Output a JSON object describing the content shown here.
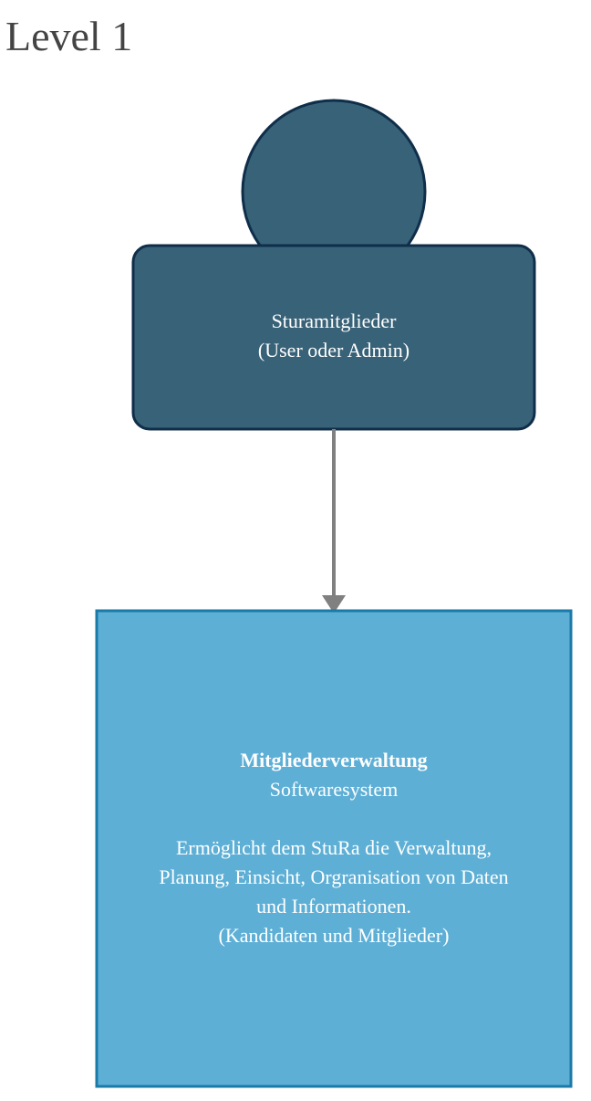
{
  "title": "Level 1",
  "person": {
    "name": "Sturamitglieder",
    "role": "(User oder Admin)"
  },
  "system": {
    "name": "Mitgliederverwaltung",
    "type": "Softwaresystem",
    "description_lines": [
      "Ermöglicht dem StuRa die Verwaltung,",
      "Planung, Einsicht, Orgranisation von Daten",
      "und Informationen.",
      "(Kandidaten und Mitglieder)"
    ]
  },
  "colors": {
    "person_fill": "#386278",
    "person_stroke": "#0f2e4a",
    "system_fill": "#5eafd5",
    "system_stroke": "#1a7aa8",
    "arrow": "#808080"
  }
}
